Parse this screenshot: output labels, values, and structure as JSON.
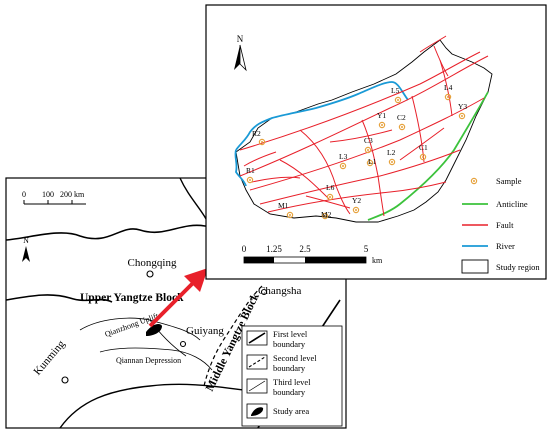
{
  "regional_map": {
    "north": "N",
    "scale": {
      "zero": "0",
      "mid": "100",
      "end": "200 km"
    },
    "cities": {
      "chongqing": "Chongqing",
      "guiyang": "Guiyang",
      "kunming": "Kunming",
      "changsha": "Changsha"
    },
    "blocks": {
      "upper": "Upper Yangtze Block",
      "middle": "Middle Yangtze Block"
    },
    "areas": {
      "qianzhong": "Qianzhong Uplift",
      "qiannan": "Qiannan Depression"
    },
    "legend": {
      "first_level": [
        "First level",
        "boundary"
      ],
      "second_level": [
        "Second level",
        "boundary"
      ],
      "third_level": [
        "Third level",
        "boundary"
      ],
      "study_area": "Study area"
    }
  },
  "study_map": {
    "north": "N",
    "scale": {
      "ticks": [
        "0",
        "1.25",
        "2.5",
        "5"
      ],
      "unit": "km"
    },
    "samples": [
      "R2",
      "Y1",
      "C2",
      "L5",
      "L4",
      "Y3",
      "C3",
      "L1",
      "L2",
      "C1",
      "L3",
      "R1",
      "L6",
      "M1",
      "M2",
      "Y2"
    ],
    "legend": {
      "sample": "Sample",
      "anticline": "Anticline",
      "fault": "Fault",
      "river": "River",
      "study_region": "Study region"
    },
    "colors": {
      "fault": "#e8202a",
      "anticline": "#3cc23c",
      "river": "#1a9ad6",
      "sample": "#e6a23c"
    }
  }
}
